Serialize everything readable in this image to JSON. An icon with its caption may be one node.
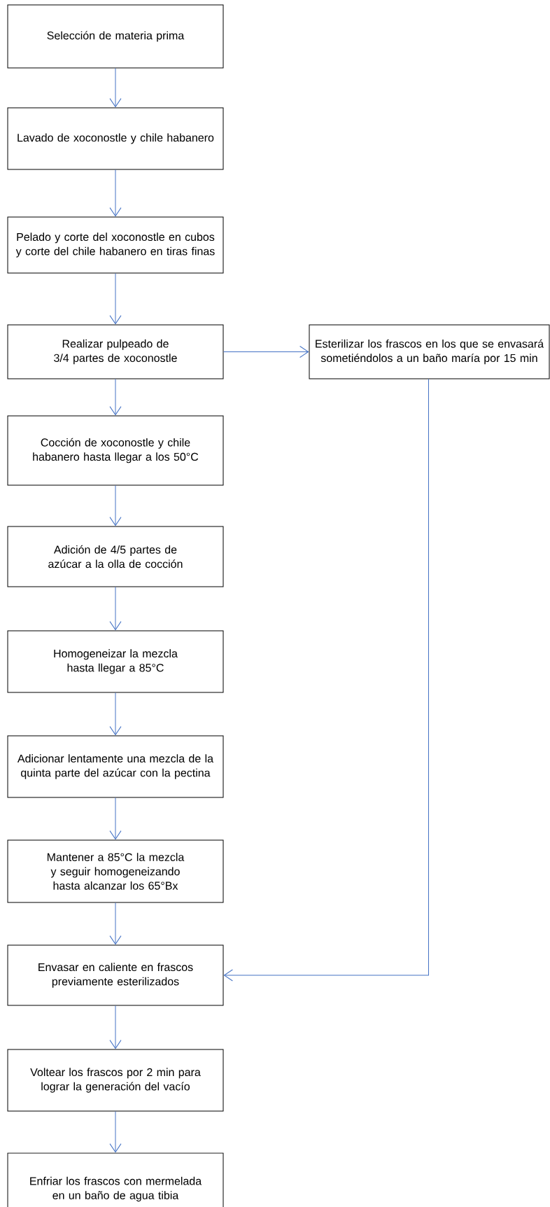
{
  "diagram": {
    "nodes": [
      {
        "text": [
          "Selección de materia prima"
        ]
      },
      {
        "text": [
          "Lavado de xoconostle y chile habanero"
        ]
      },
      {
        "text": [
          "Pelado y corte del xoconostle en cubos y corte del chile habanero en tiras finas"
        ]
      },
      {
        "text": [
          "Realizar pulpeado de 3/4 partes de xoconostle"
        ]
      },
      {
        "text": [
          "Esterilizar los frascos en los que se envasará sometiéndolos a un baño maría por 15 min"
        ]
      },
      {
        "text": [
          "Cocción de xoconostle y chile habanero hasta llegar a los 50°C"
        ]
      },
      {
        "text": [
          "Adición de 4/5 partes de azúcar a la olla de cocción"
        ]
      },
      {
        "text": [
          "Homogeneizar la mezcla hasta llegar a 85°C"
        ]
      },
      {
        "text": [
          "Adicionar lentamente una mezcla de la quinta parte del azúcar con la pectina"
        ]
      },
      {
        "text": [
          "Mantener a 85°C la mezcla y seguir homogeneizando hasta alcanzar los 65°Bx"
        ]
      },
      {
        "text": [
          "Envasar en caliente en frascos previamente esterilizados"
        ]
      },
      {
        "text": [
          "Voltear los frascos por 2 min para lograr la generación del vacío"
        ]
      },
      {
        "text": [
          "Enfriar los frascos con mermelada en un baño de agua tibia"
        ]
      }
    ],
    "edges": [
      {
        "from": 0,
        "to": 1,
        "arrow": "to"
      },
      {
        "from": 1,
        "to": 2,
        "arrow": "to"
      },
      {
        "from": 2,
        "to": 3,
        "arrow": "to"
      },
      {
        "from": 3,
        "to": 4,
        "arrow": "to"
      },
      {
        "from": 3,
        "to": 5,
        "arrow": "to"
      },
      {
        "from": 5,
        "to": 6,
        "arrow": "to"
      },
      {
        "from": 6,
        "to": 7,
        "arrow": "to"
      },
      {
        "from": 7,
        "to": 8,
        "arrow": "to"
      },
      {
        "from": 8,
        "to": 9,
        "arrow": "to"
      },
      {
        "from": 9,
        "to": 10,
        "arrow": "to"
      },
      {
        "from": 4,
        "to": 10,
        "arrow": "to"
      },
      {
        "from": 10,
        "to": 11,
        "arrow": "to"
      },
      {
        "from": 11,
        "to": 12,
        "arrow": "to"
      }
    ]
  }
}
